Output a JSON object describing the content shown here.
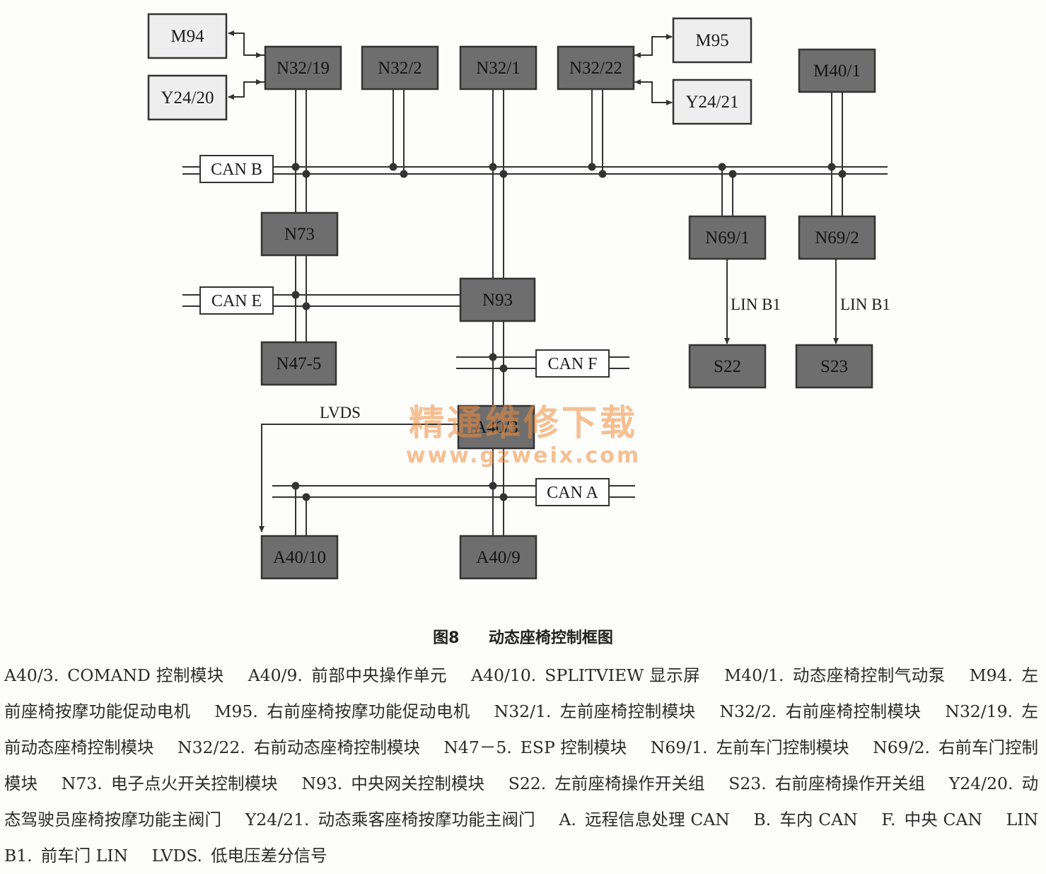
{
  "diagram": {
    "modules_dark": [
      "N32/19",
      "N32/2",
      "N32/1",
      "N32/22",
      "M40/1",
      "N73",
      "N69/1",
      "N69/2",
      "N93",
      "N47-5",
      "S22",
      "S23",
      "A40/3",
      "A40/10",
      "A40/9"
    ],
    "modules_light": [
      "M94",
      "Y24/20",
      "M95",
      "Y24/21"
    ],
    "bus_labels": [
      "CAN B",
      "CAN E",
      "CAN F",
      "CAN A"
    ],
    "lin_label": "LIN B1",
    "lvds_label": "LVDS",
    "colors": {
      "dark_box": "#6e6e6e",
      "light_box": "#eeeeee",
      "line": "#333333"
    }
  },
  "watermark": {
    "main": "精通维修下载",
    "sub": "www.gzweix.com"
  },
  "caption": {
    "fig_no": "图8",
    "title": "动态座椅控制框图"
  },
  "legend": [
    {
      "code": "A40/3.",
      "desc": "COMAND 控制模块"
    },
    {
      "code": "A40/9.",
      "desc": "前部中央操作单元"
    },
    {
      "code": "A40/10.",
      "desc": "SPLITVIEW 显示屏"
    },
    {
      "code": "M40/1.",
      "desc": "动态座椅控制气动泵"
    },
    {
      "code": "M94.",
      "desc": "左前座椅按摩功能促动电机"
    },
    {
      "code": "M95.",
      "desc": "右前座椅按摩功能促动电机"
    },
    {
      "code": "N32/1.",
      "desc": "左前座椅控制模块"
    },
    {
      "code": "N32/2.",
      "desc": "右前座椅控制模块"
    },
    {
      "code": "N32/19.",
      "desc": "左前动态座椅控制模块"
    },
    {
      "code": "N32/22.",
      "desc": "右前动态座椅控制模块"
    },
    {
      "code": "N47－5.",
      "desc": "ESP 控制模块"
    },
    {
      "code": "N69/1.",
      "desc": "左前车门控制模块"
    },
    {
      "code": "N69/2.",
      "desc": "右前车门控制模块"
    },
    {
      "code": "N73.",
      "desc": "电子点火开关控制模块"
    },
    {
      "code": "N93.",
      "desc": "中央网关控制模块"
    },
    {
      "code": "S22.",
      "desc": "左前座椅操作开关组"
    },
    {
      "code": "S23.",
      "desc": "右前座椅操作开关组"
    },
    {
      "code": "Y24/20.",
      "desc": "动态驾驶员座椅按摩功能主阀门"
    },
    {
      "code": "Y24/21.",
      "desc": "动态乘客座椅按摩功能主阀门"
    },
    {
      "code": "A.",
      "desc": "远程信息处理 CAN"
    },
    {
      "code": "B.",
      "desc": "车内 CAN"
    },
    {
      "code": "F.",
      "desc": "中央 CAN"
    },
    {
      "code": "LIN B1.",
      "desc": "前车门 LIN"
    },
    {
      "code": "LVDS.",
      "desc": "低电压差分信号"
    }
  ]
}
